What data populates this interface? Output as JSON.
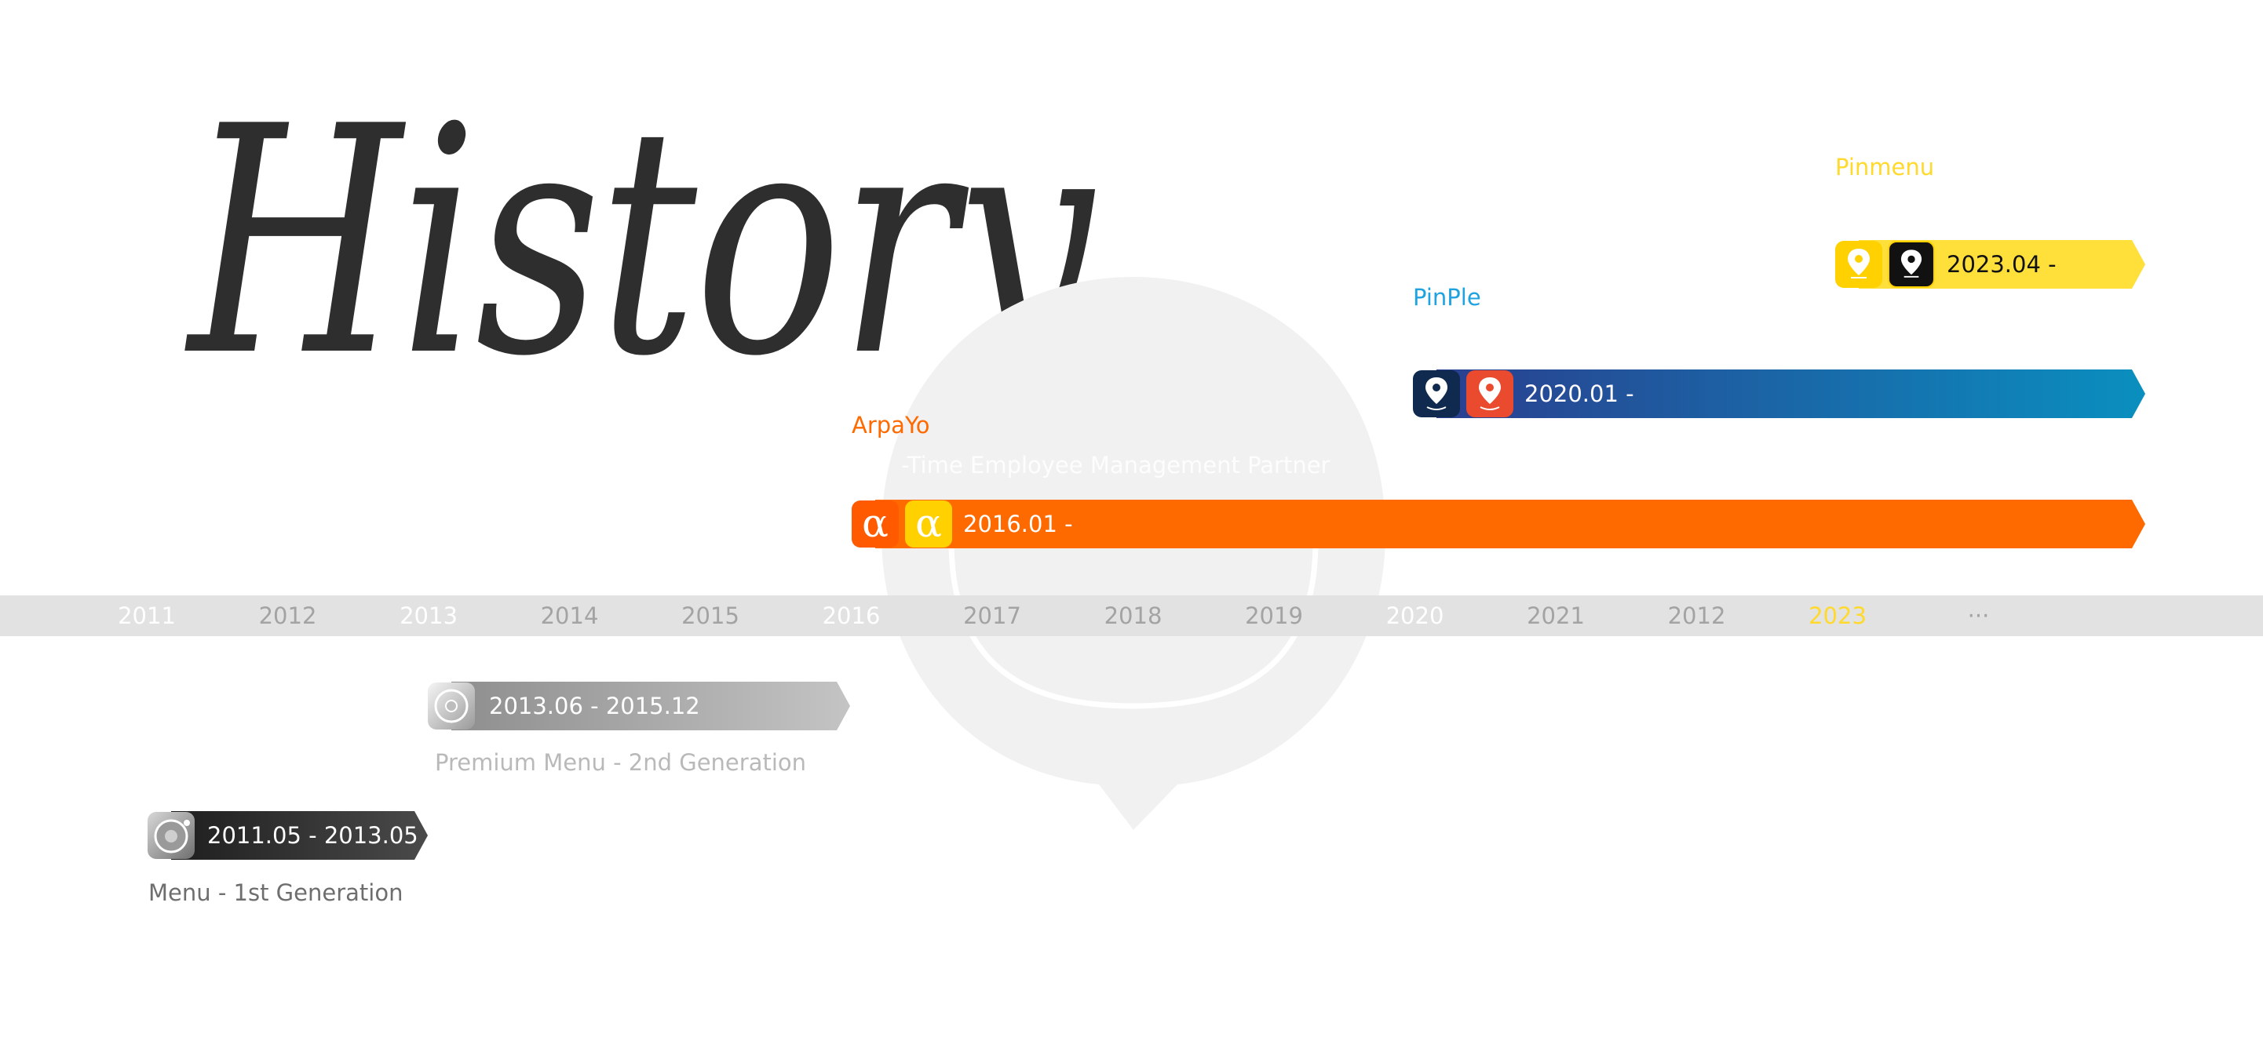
{
  "page": {
    "title": "History"
  },
  "years": [
    {
      "label": "2011",
      "state": "hi"
    },
    {
      "label": "2012",
      "state": "normal"
    },
    {
      "label": "2013",
      "state": "hi"
    },
    {
      "label": "2014",
      "state": "normal"
    },
    {
      "label": "2015",
      "state": "normal"
    },
    {
      "label": "2016",
      "state": "hi"
    },
    {
      "label": "2017",
      "state": "normal"
    },
    {
      "label": "2018",
      "state": "normal"
    },
    {
      "label": "2019",
      "state": "normal"
    },
    {
      "label": "2020",
      "state": "hi"
    },
    {
      "label": "2021",
      "state": "normal"
    },
    {
      "label": "2012",
      "state": "normal"
    },
    {
      "label": "2023",
      "state": "current"
    },
    {
      "label": "···",
      "state": "normal"
    }
  ],
  "products": {
    "pinmenu": {
      "name": "Pinmenu",
      "period": "2023.04 -",
      "color": "#ffdf3a",
      "name_color": "#ffd92c",
      "icons": [
        "pin-yellow-icon",
        "pin-black-icon"
      ]
    },
    "pinple": {
      "name": "PinPle",
      "period": "2020.01 -",
      "color_start": "#2a3f8f",
      "color_end": "#0a8fbf",
      "name_color": "#1ea3e0",
      "icons": [
        "pin-navy-icon",
        "pin-red-icon"
      ]
    },
    "arpayo": {
      "name": "ArpaYo",
      "subtitle": "-Time Employee Management Partner",
      "period": "2016.01 -",
      "color": "#ff6a00",
      "name_color": "#ff6a00",
      "icons": [
        "alpha-orange-icon",
        "alpha-yellow-icon"
      ]
    },
    "premium": {
      "period": "2013.06 - 2015.12",
      "description": "Premium Menu - 2nd Generation",
      "color_start": "#8e8e8e",
      "color_end": "#c4c4c4",
      "icons": [
        "silver-disc-icon"
      ]
    },
    "menu": {
      "period": "2011.05 - 2013.05",
      "description": "Menu - 1st Generation",
      "color_start": "#1e1e1e",
      "color_end": "#4a4a4a",
      "icons": [
        "menu-disc-icon"
      ]
    }
  }
}
